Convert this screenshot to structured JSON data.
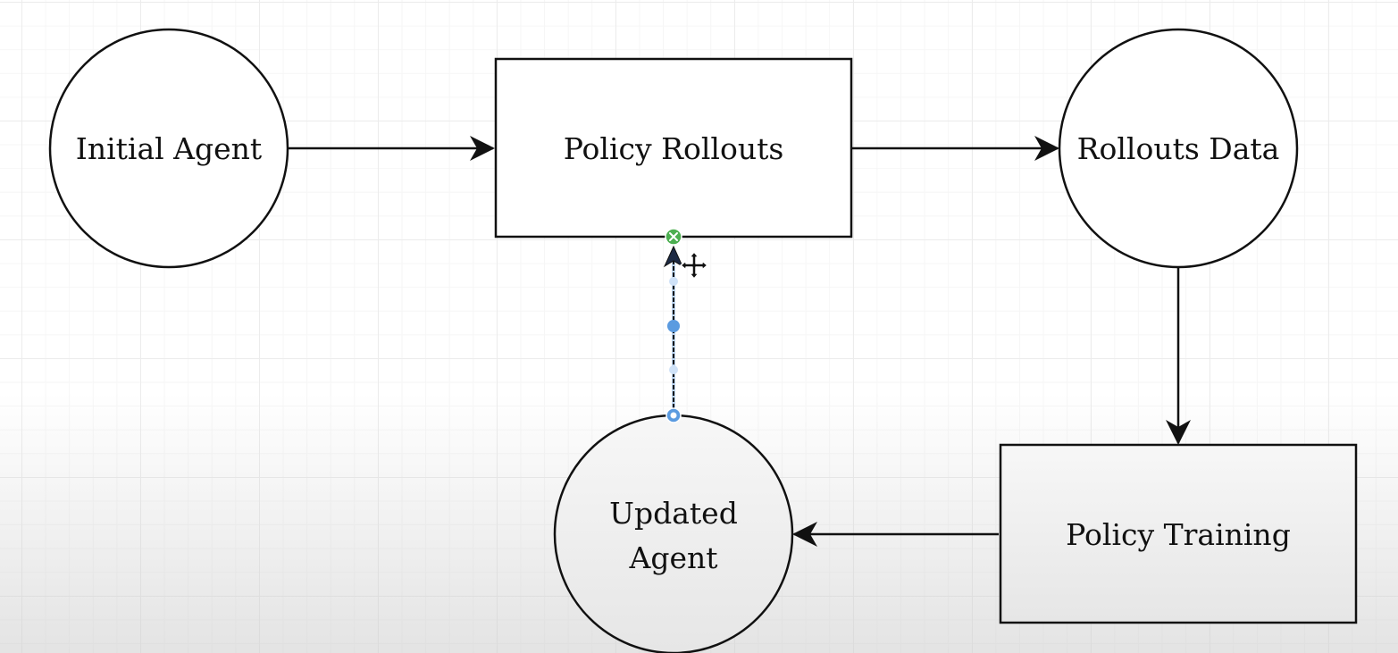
{
  "nodes": {
    "initial_agent": {
      "label": "Initial Agent"
    },
    "policy_rollouts": {
      "label": "Policy Rollouts"
    },
    "rollouts_data": {
      "label": "Rollouts Data"
    },
    "policy_training": {
      "label": "Policy Training"
    },
    "updated_agent": {
      "label_line1": "Updated",
      "label_line2": "Agent"
    }
  },
  "edges": [
    {
      "from": "Initial Agent",
      "to": "Policy Rollouts"
    },
    {
      "from": "Policy Rollouts",
      "to": "Rollouts Data"
    },
    {
      "from": "Rollouts Data",
      "to": "Policy Training"
    },
    {
      "from": "Policy Training",
      "to": "Updated Agent"
    },
    {
      "from": "Updated Agent",
      "to": "Policy Rollouts",
      "selected": true
    }
  ],
  "colors": {
    "stroke": "#111111",
    "selection_handle": "#5b9be0",
    "connected_endpoint": "#4caf50",
    "grid": "#ececec"
  },
  "icons": {
    "target_endpoint": "x-circle-icon",
    "cursor": "move-cursor-icon"
  }
}
